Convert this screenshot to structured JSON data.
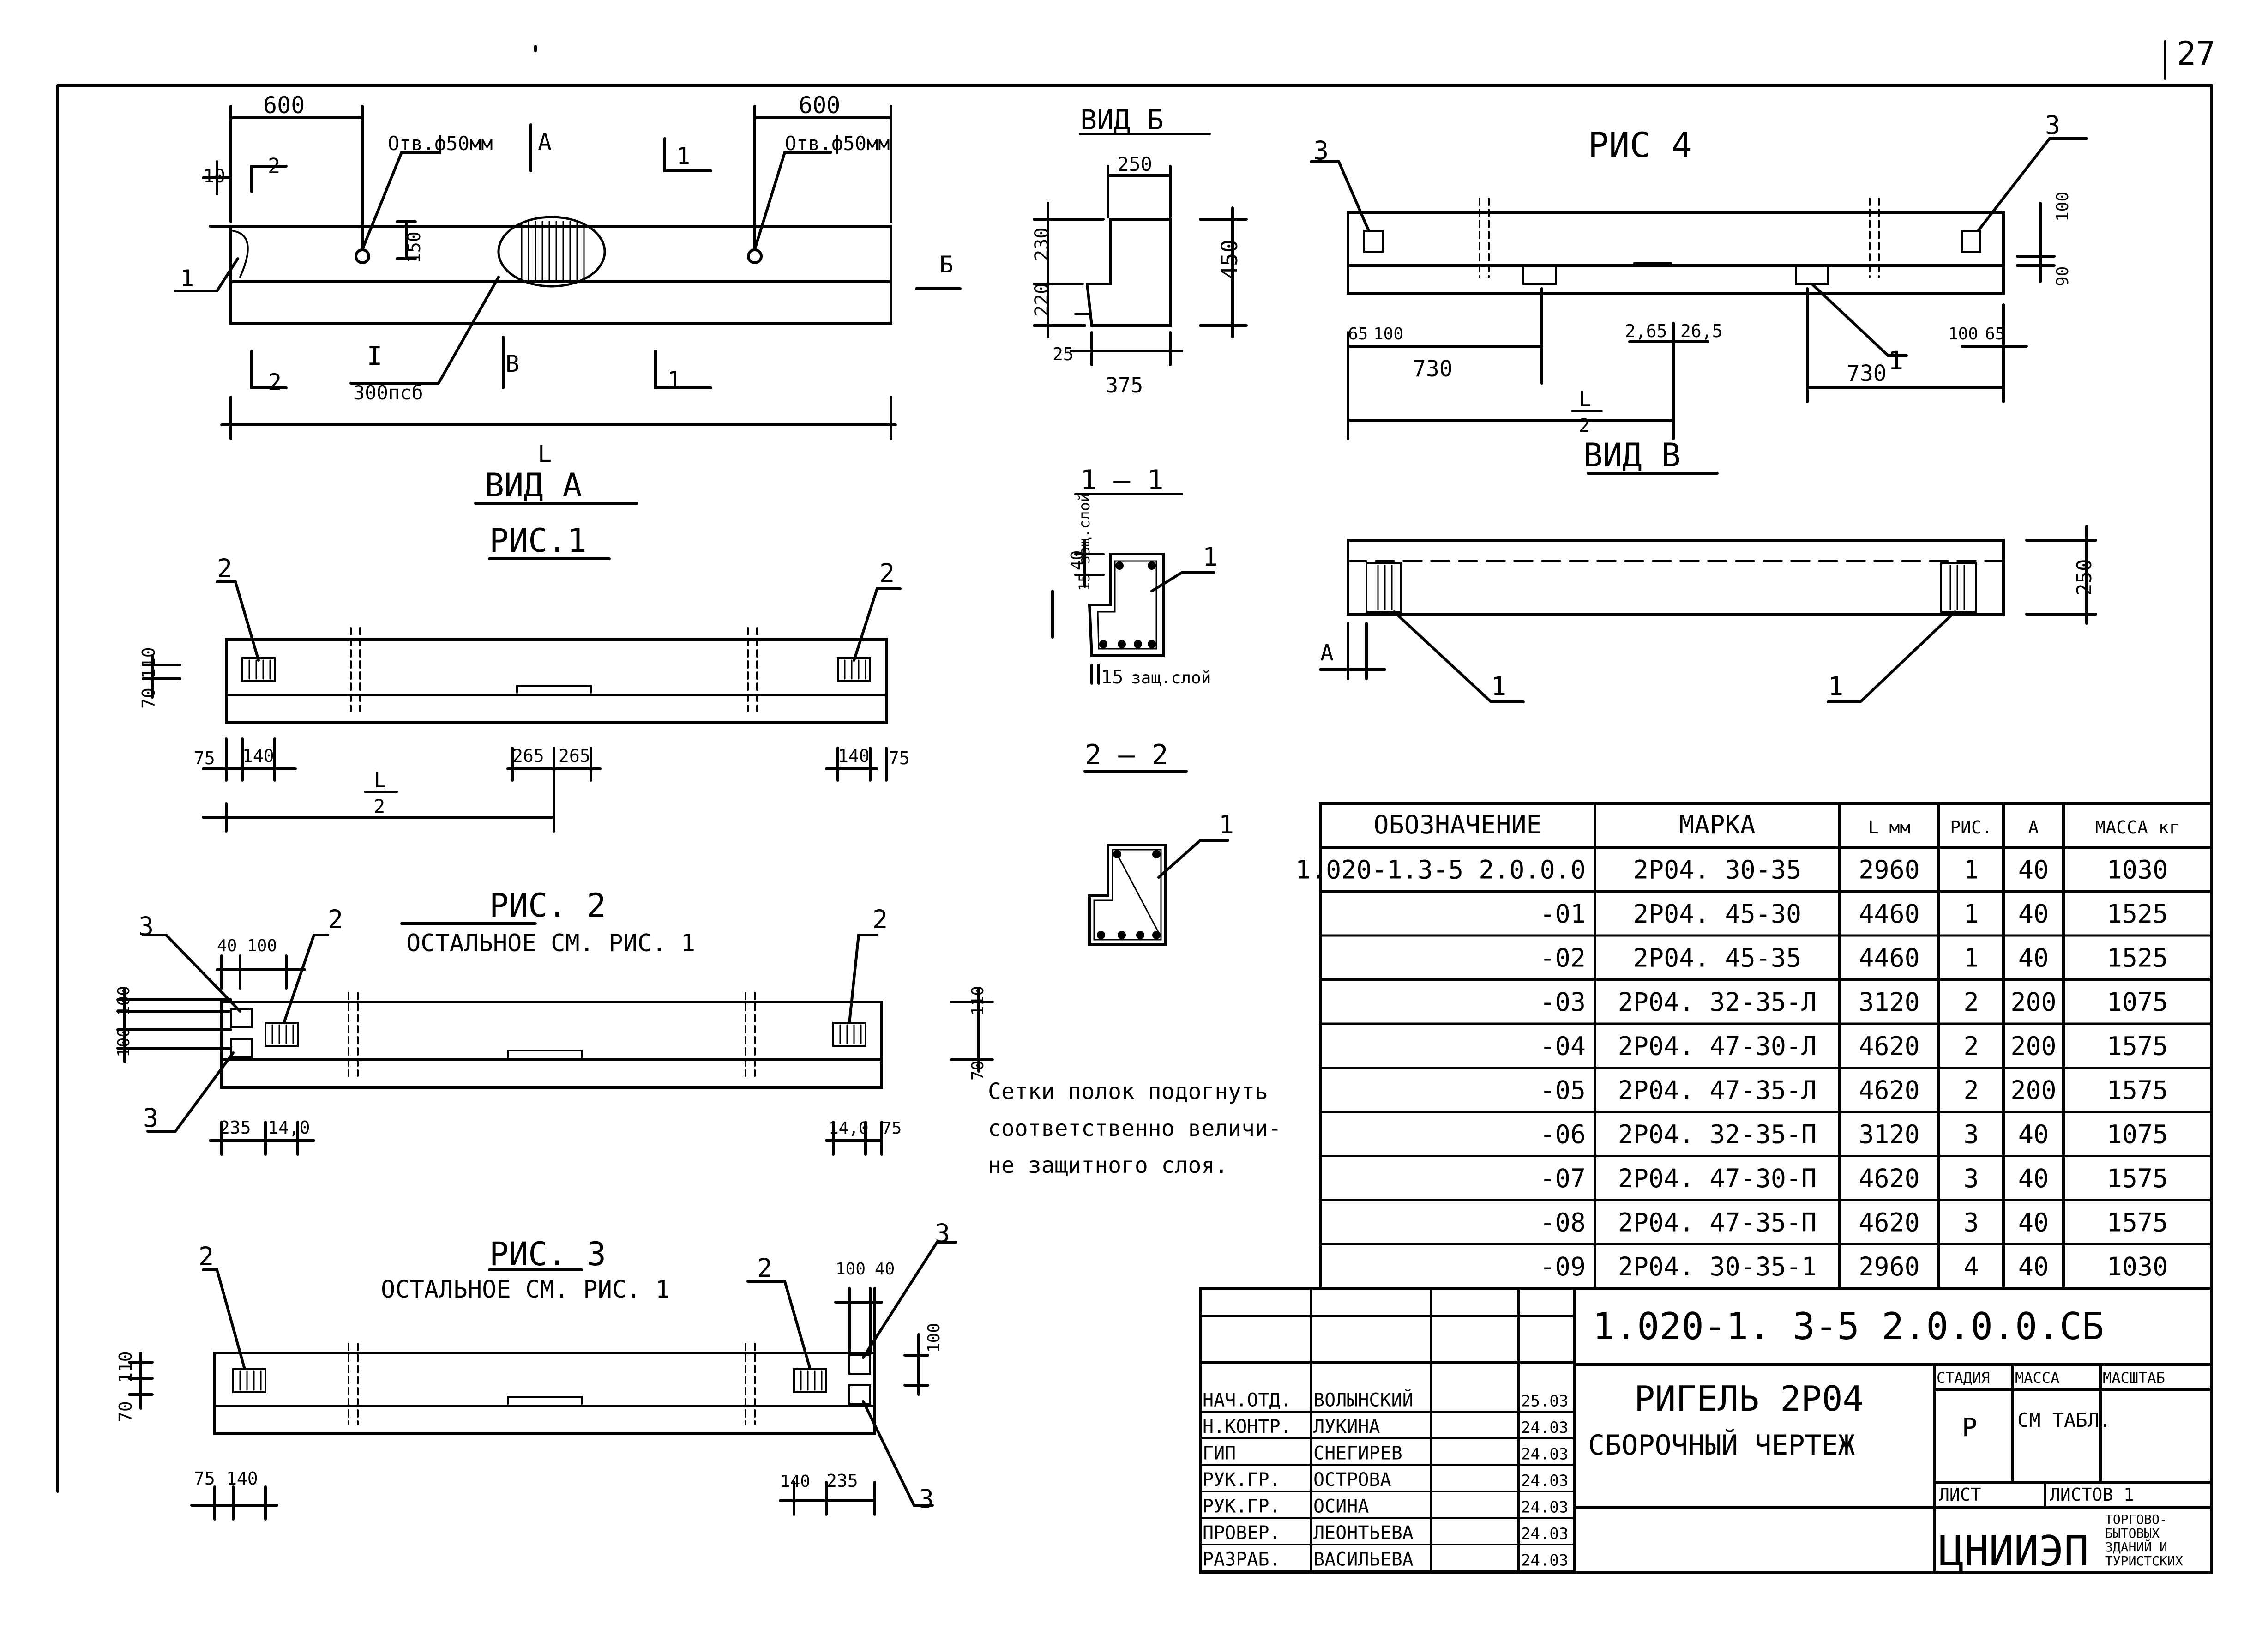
{
  "page_number": "27",
  "main_view": {
    "dims": {
      "left600": "600",
      "right600": "600",
      "top10": "10",
      "d150": "150",
      "length": "L"
    },
    "hole_left": "Отв.ф50мм",
    "hole_right": "Отв.ф50мм",
    "cut_A": "А",
    "cut_B": "В",
    "cut_Bv": "Б",
    "cut_1": "1",
    "cut_2": "2",
    "detail": "I",
    "detail_note": "300псб",
    "callout_1": "1"
  },
  "view_b": {
    "title": "ВИД Б",
    "d250": "250",
    "d230": "230",
    "d220": "220",
    "d450": "450",
    "d25": "25",
    "d375": "375"
  },
  "fig4": {
    "title": "РИС 4",
    "call_3": "3",
    "d100": "100",
    "d90": "90",
    "d65": "65",
    "d100b": "100",
    "d730": "730",
    "d265": "2,65",
    "d265b": "26,5",
    "half": "L",
    "half_den": "2",
    "call_1": "1"
  },
  "view_v": {
    "title": "ВИД В",
    "d250": "250",
    "dA": "А",
    "call_1": "1"
  },
  "view_a": {
    "title": "ВИД А",
    "fig": "РИС.1",
    "call_2": "2",
    "d70": "70",
    "d110": "110",
    "d75": "75",
    "d140": "140",
    "d265": "265",
    "half": "L",
    "half_den": "2"
  },
  "sec11": {
    "title": "1 — 1",
    "prot": "15 защ.слой",
    "d40": "40",
    "d15": "15",
    "prot2": "защ.слой",
    "call_1": "1"
  },
  "sec22": {
    "title": "2 — 2",
    "call_1": "1"
  },
  "fig2": {
    "title": "РИС. 2",
    "subtitle": "ОСТАЛЬНОЕ СМ. РИС. 1",
    "call_3": "3",
    "call_2": "2",
    "d40": "40",
    "d100": "100",
    "d235": "235",
    "d140": "14,0",
    "d75": "75",
    "d110": "110",
    "d70": "70"
  },
  "fig3": {
    "title": "РИС. 3",
    "subtitle": "ОСТАЛЬНОЕ СМ. РИС. 1",
    "call_2": "2",
    "call_3": "3",
    "d100": "100",
    "d40": "40",
    "d70": "70",
    "d110": "110",
    "d75": "75",
    "d140": "140",
    "d235": "235"
  },
  "note": [
    "Сетки полок подогнуть",
    "соответственно величи-",
    "не  защитного слоя."
  ],
  "spec_table": {
    "headers": [
      "ОБОЗНАЧЕНИЕ",
      "МАРКА",
      "L мм",
      "РИС.",
      "А",
      "МАССА кг"
    ],
    "rows": [
      [
        "1.020-1.3-5 2.0.0.0",
        "2Р04. 30-35",
        "2960",
        "1",
        "40",
        "1030"
      ],
      [
        "-01",
        "2Р04. 45-30",
        "4460",
        "1",
        "40",
        "1525"
      ],
      [
        "-02",
        "2Р04. 45-35",
        "4460",
        "1",
        "40",
        "1525"
      ],
      [
        "-03",
        "2Р04. 32-35-Л",
        "3120",
        "2",
        "200",
        "1075"
      ],
      [
        "-04",
        "2Р04. 47-30-Л",
        "4620",
        "2",
        "200",
        "1575"
      ],
      [
        "-05",
        "2Р04. 47-35-Л",
        "4620",
        "2",
        "200",
        "1575"
      ],
      [
        "-06",
        "2Р04. 32-35-П",
        "3120",
        "3",
        "40",
        "1075"
      ],
      [
        "-07",
        "2Р04. 47-30-П",
        "4620",
        "3",
        "40",
        "1575"
      ],
      [
        "-08",
        "2Р04. 47-35-П",
        "4620",
        "3",
        "40",
        "1575"
      ],
      [
        "-09",
        "2Р04. 30-35-1",
        "2960",
        "4",
        "40",
        "1030"
      ]
    ]
  },
  "title_block": {
    "designation": "1.020-1. 3-5 2.0.0.0.СБ",
    "name1": "РИГЕЛЬ 2Р04",
    "name2": "СБОРОЧНЫЙ ЧЕРТЕЖ",
    "stage_h": "СТАДИЯ",
    "mass_h": "МАССА",
    "scale_h": "МАСШТАБ",
    "stage": "Р",
    "mass": "СМ ТАБЛ.",
    "sheet": "ЛИСТ",
    "sheets": "ЛИСТОВ 1",
    "org": "ЦНИИЭП",
    "org_note": [
      "ТОРГОВО-",
      "БЫТОВЫХ",
      "ЗДАНИЙ И",
      "ТУРИСТСКИХ"
    ],
    "people": [
      [
        "НАЧ.ОТД.",
        "ВОЛЫНСКИЙ",
        "25.03"
      ],
      [
        "Н.КОНТР.",
        "ЛУКИНА",
        "24.03"
      ],
      [
        "ГИП",
        "СНЕГИРЕВ",
        "24.03"
      ],
      [
        "РУК.ГР.",
        "ОСТРОВА",
        "24.03"
      ],
      [
        "РУК.ГР.",
        "ОСИНА",
        "24.03"
      ],
      [
        "ПРОВЕР.",
        "ЛЕОНТЬЕВА",
        "24.03"
      ],
      [
        "РАЗРАБ.",
        "ВАСИЛЬЕВА",
        "24.03"
      ]
    ]
  }
}
